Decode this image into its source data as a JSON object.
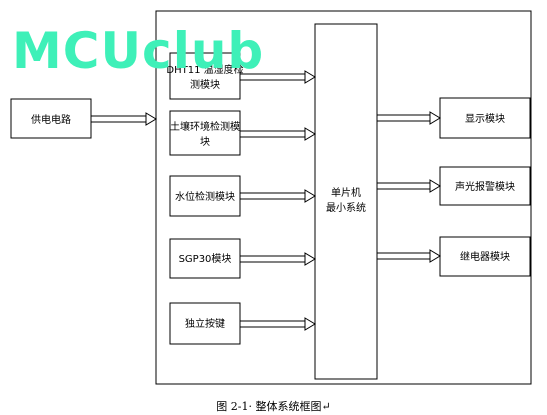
{
  "watermark": "MCUclub",
  "caption": "图 2-1· 整体系统框图↵",
  "blocks": {
    "power": "供电电路",
    "dht11": [
      "DHT11 温湿度检",
      "测模块"
    ],
    "soil": [
      "土壤环境检测模",
      "块"
    ],
    "water": "水位检测模块",
    "sgp30": "SGP30模块",
    "keys": "独立按键",
    "mcu": [
      "单片机",
      "最小系统"
    ],
    "display": "显示模块",
    "alarm": "声光报警模块",
    "relay": "继电器模块"
  }
}
